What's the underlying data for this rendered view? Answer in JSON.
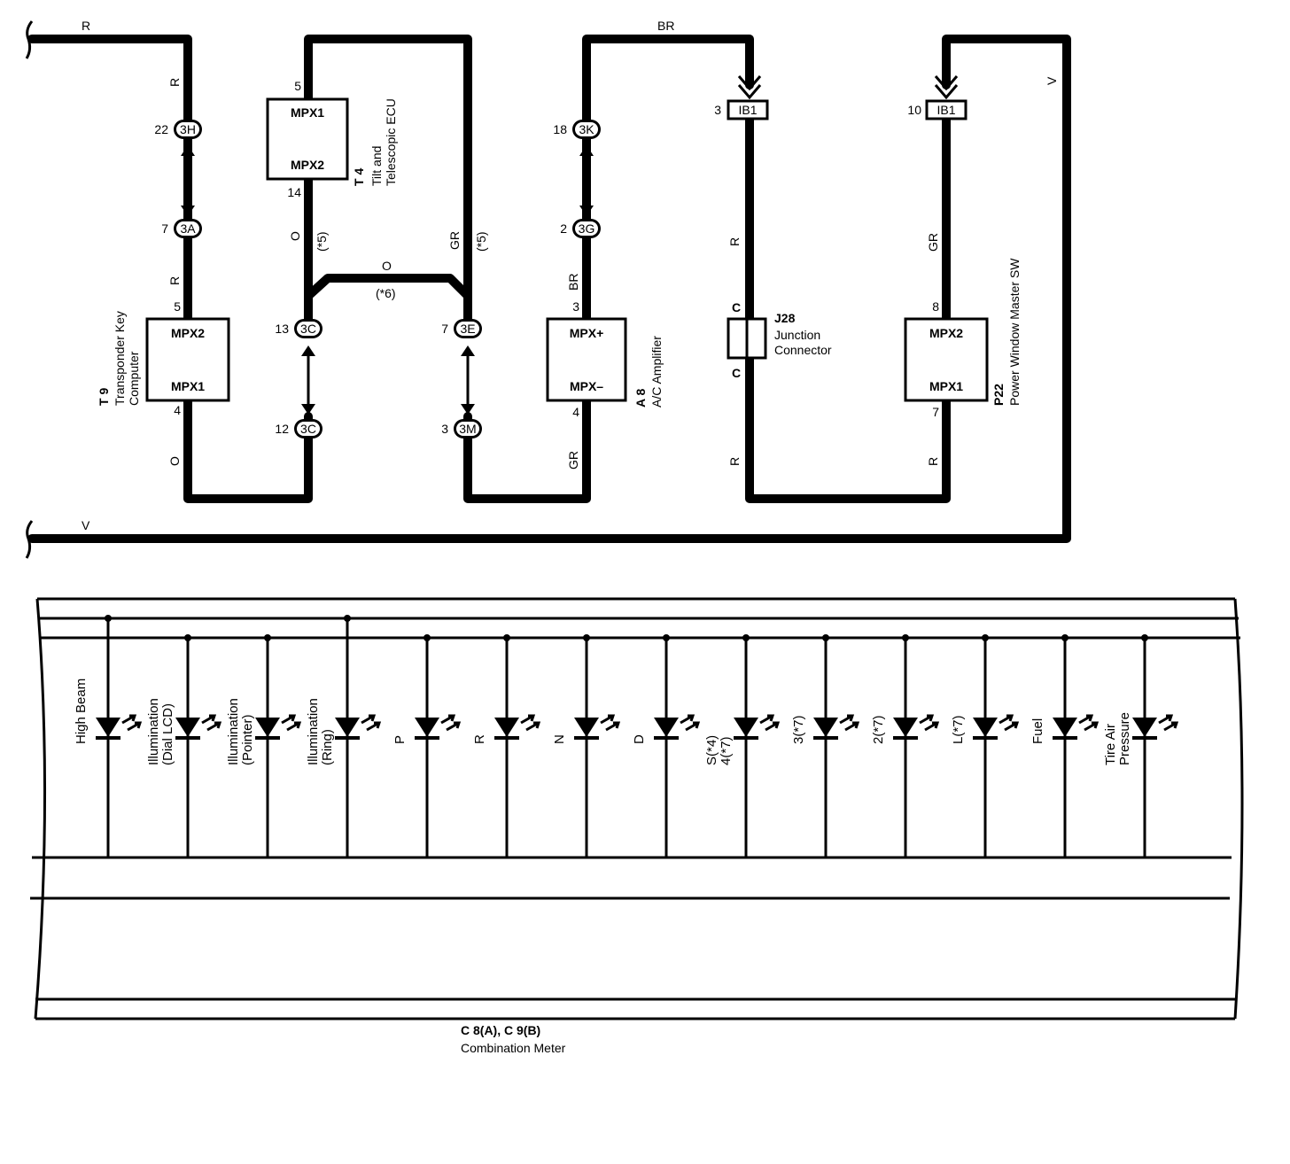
{
  "top": {
    "wire_colors": {
      "top_left": "R",
      "bottom_left": "V",
      "br_top": "BR",
      "right_v": "V",
      "t9_up": "R",
      "t9_mid": "R",
      "t9_down": "O",
      "t4_left": "O",
      "t4_left_note": "(*5)",
      "t4_right": "GR",
      "t4_right_note": "(*5)",
      "bridge": "O",
      "bridge_note": "(*6)",
      "a8_up": "BR",
      "a8_down": "GR",
      "j28_up": "R",
      "j28_down": "R",
      "p22_up": "GR",
      "p22_down": "R"
    },
    "connectors": [
      {
        "id": "3H",
        "pin": "22"
      },
      {
        "id": "3A",
        "pin": "7"
      },
      {
        "id": "3C",
        "pin": "13"
      },
      {
        "id": "3C",
        "pin": "12"
      },
      {
        "id": "3E",
        "pin": "7"
      },
      {
        "id": "3M",
        "pin": "3"
      },
      {
        "id": "3K",
        "pin": "18"
      },
      {
        "id": "3G",
        "pin": "2"
      }
    ],
    "ib1": [
      {
        "id": "IB1",
        "pin": "3"
      },
      {
        "id": "IB1",
        "pin": "10"
      }
    ],
    "components": {
      "t9": {
        "code": "T 9",
        "name1": "Transponder Key",
        "name2": "Computer",
        "term_top": "MPX2",
        "term_bottom": "MPX1",
        "pin_top": "5",
        "pin_bottom": "4"
      },
      "t4": {
        "code": "T 4",
        "name1": "Tilt and",
        "name2": "Telescopic ECU",
        "term_top": "MPX1",
        "term_bottom": "MPX2",
        "pin_top": "5",
        "pin_bottom": "14"
      },
      "a8": {
        "code": "A 8",
        "name1": "A/C Amplifier",
        "term_top": "MPX+",
        "term_bottom": "MPX–",
        "pin_top": "3",
        "pin_bottom": "4"
      },
      "j28": {
        "code": "J28",
        "name1": "Junction",
        "name2": "Connector",
        "term_top": "C",
        "term_bottom": "C"
      },
      "p22": {
        "code": "P22",
        "name1": "Power Window Master SW",
        "term_top": "MPX2",
        "term_bottom": "MPX1",
        "pin_top": "8",
        "pin_bottom": "7"
      }
    }
  },
  "meter": {
    "code": "C 8(A), C 9(B)",
    "name": "Combination Meter",
    "indicators": [
      {
        "line1": "High Beam",
        "line2": ""
      },
      {
        "line1": "Illumination",
        "line2": "(Dial LCD)"
      },
      {
        "line1": "Illumination",
        "line2": "(Pointer)"
      },
      {
        "line1": "Illumination",
        "line2": "(Ring)"
      },
      {
        "line1": "P",
        "line2": ""
      },
      {
        "line1": "R",
        "line2": ""
      },
      {
        "line1": "N",
        "line2": ""
      },
      {
        "line1": "D",
        "line2": ""
      },
      {
        "line1": "S(*4)",
        "line2": "4(*7)"
      },
      {
        "line1": "3(*7)",
        "line2": ""
      },
      {
        "line1": "2(*7)",
        "line2": ""
      },
      {
        "line1": "L(*7)",
        "line2": ""
      },
      {
        "line1": "Fuel",
        "line2": ""
      },
      {
        "line1": "Tire Air",
        "line2": "Pressure"
      }
    ]
  }
}
